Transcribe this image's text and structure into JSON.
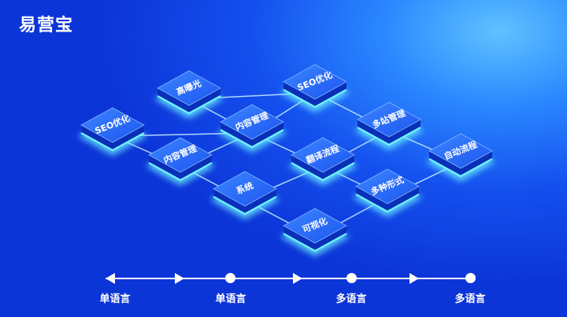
{
  "title": "易营宝",
  "nodes": [
    {
      "label": "高曝光"
    },
    {
      "label": "SEO优化"
    },
    {
      "label": "SEO优化"
    },
    {
      "label": "内容管理"
    },
    {
      "label": "多站管理"
    },
    {
      "label": "内容管理"
    },
    {
      "label": "翻译流程"
    },
    {
      "label": "自动流程"
    },
    {
      "label": "系统"
    },
    {
      "label": "多种形式"
    },
    {
      "label": "可视化"
    }
  ],
  "timeline": {
    "labels": [
      "单语言",
      "单语言",
      "多语言",
      "多语言"
    ]
  },
  "colors": {
    "accent": "#6ff4ff",
    "node_top": "#2c74ff",
    "node_side": "#0a2fb8"
  }
}
